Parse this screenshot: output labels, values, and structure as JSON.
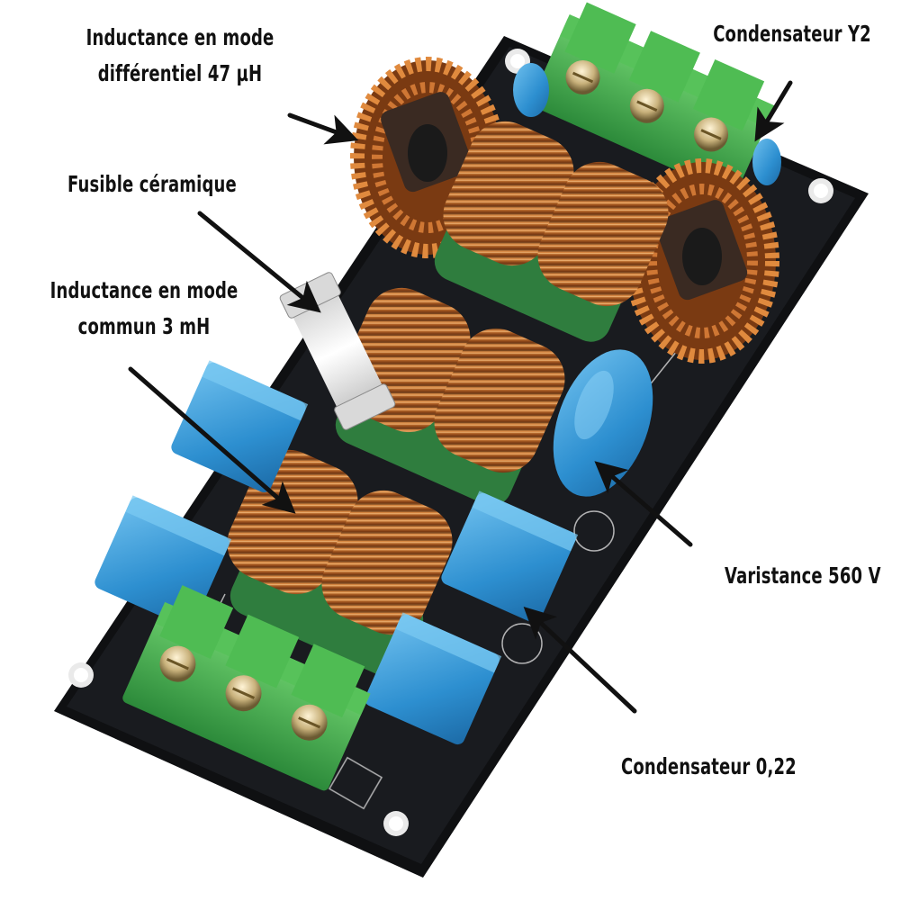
{
  "annotations": {
    "diff_inductor_line1": "Inductance en mode",
    "diff_inductor_line2": "différentiel 47 µH",
    "capacitor_y2": "Condensateur Y2",
    "ceramic_fuse": "Fusible céramique",
    "common_inductor_line1": "Inductance en mode",
    "common_inductor_line2": "commun 3 mH",
    "varistor": "Varistance 560 V",
    "capacitor_022": "Condensateur 0,22"
  },
  "colors": {
    "pcb": "#16181b",
    "copper": "#c46d2a",
    "terminal": "#3fae4a",
    "capacitor": "#2d8fd0",
    "varistor": "#2a7fd6",
    "label": "#111111"
  }
}
